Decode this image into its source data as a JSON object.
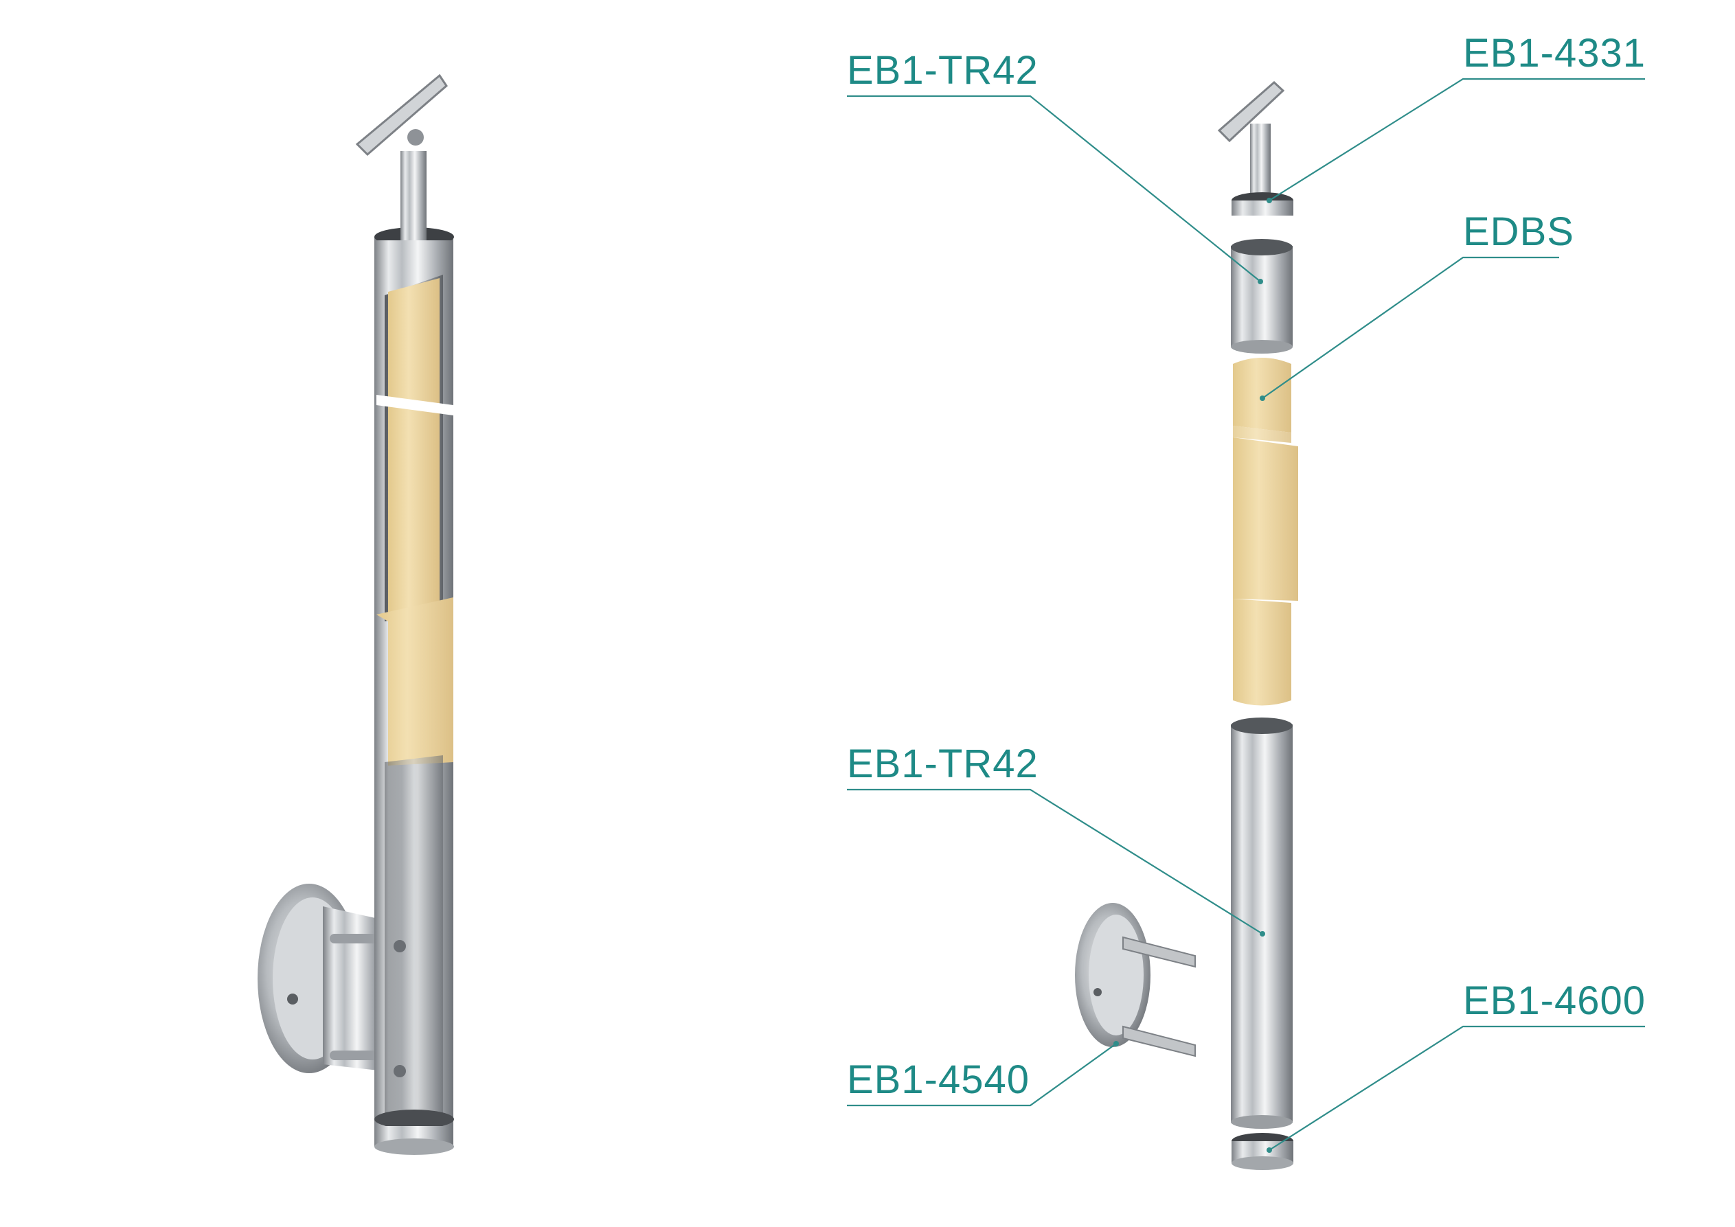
{
  "colors": {
    "label": "#1e8a86",
    "leader": "#2f8d8a",
    "steel_dark": "#7d8186",
    "steel_light": "#f2f3f4",
    "wood": "#efd9a6",
    "wood_dark": "#d9bf84"
  },
  "labels": {
    "top_tube": "EB1-TR42",
    "handrail_support": "EB1-4331",
    "wood_core": "EDBS",
    "bottom_tube": "EB1-TR42",
    "end_cap": "EB1-4600",
    "wall_flange": "EB1-4540"
  }
}
